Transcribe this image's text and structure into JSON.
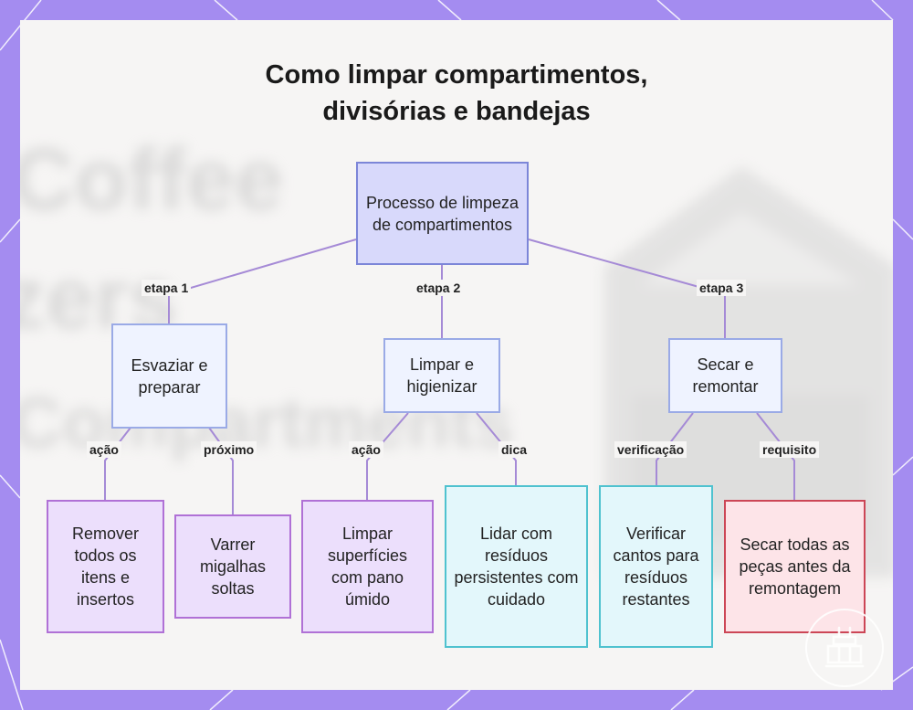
{
  "title": {
    "line1": "Como limpar compartimentos,",
    "line2": "divisórias e bandejas"
  },
  "colors": {
    "frame": "#a48cf0",
    "root_fill": "#d8d9fb",
    "step_fill": "#eff3ff",
    "purple_leaf": "#ecdffc",
    "cyan_leaf": "#e3f7fb",
    "red_leaf": "#fde4e8",
    "connector": "#a58ad6"
  },
  "background": {
    "words": [
      "Coffee",
      "zers",
      "Compartments"
    ]
  },
  "nodes": {
    "root": "Processo de limpeza de compartimentos",
    "step1": "Esvaziar e preparar",
    "step2": "Limpar e higienizar",
    "step3": "Secar e remontar",
    "leaf1": "Remover todos os itens e insertos",
    "leaf2": "Varrer migalhas soltas",
    "leaf3": "Limpar superfícies com pano úmido",
    "leaf4": "Lidar com resíduos persistentes com cuidado",
    "leaf5": "Verificar cantos para resíduos restantes",
    "leaf6": "Secar todas as peças antes da remontagem"
  },
  "edges": {
    "root_step1": "etapa 1",
    "root_step2": "etapa 2",
    "root_step3": "etapa 3",
    "step1_leaf1": "ação",
    "step1_leaf2": "próximo",
    "step2_leaf3": "ação",
    "step2_leaf4": "dica",
    "step3_leaf5": "verificação",
    "step3_leaf6": "requisito"
  },
  "logo": {
    "icon": "kitchen-organizer-icon"
  }
}
